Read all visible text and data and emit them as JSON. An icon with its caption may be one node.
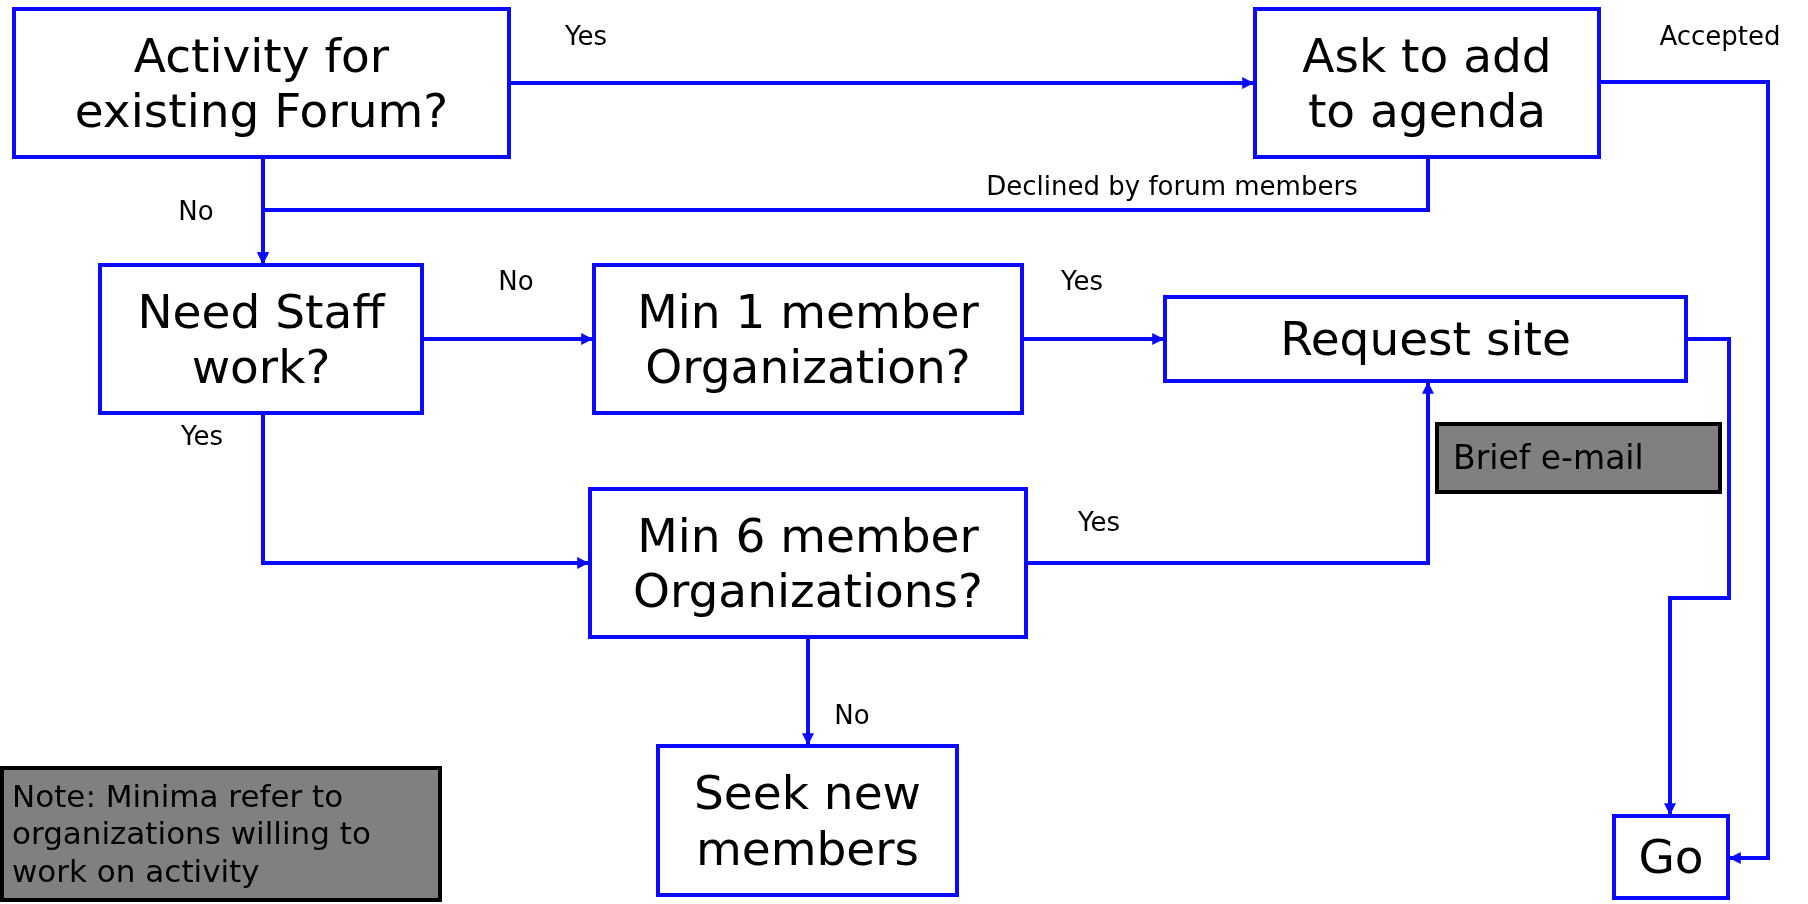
{
  "diagram": {
    "nodes": [
      {
        "text": [
          "Activity for existing Forum?"
        ]
      },
      {
        "text": [
          "Ask to add to agenda"
        ]
      },
      {
        "text": [
          "Need Staff work?"
        ]
      },
      {
        "text": [
          "Min 1 member Organization?"
        ]
      },
      {
        "text": [
          "Request site"
        ]
      },
      {
        "text": [
          "Brief e-mail"
        ]
      },
      {
        "text": [
          "Min 6 member Organizations?"
        ]
      },
      {
        "text": [
          "Seek new members"
        ]
      },
      {
        "text": [
          "Go"
        ]
      },
      {
        "text": [
          "Note: Minima refer to organizations willing to work on activity"
        ]
      }
    ],
    "edges": [
      {
        "from": 0,
        "to": 1,
        "arrow": "to",
        "label": "Yes"
      },
      {
        "from": 1,
        "to": 8,
        "arrow": "to",
        "label": "Accepted"
      },
      {
        "from": 1,
        "to": 2,
        "arrow": "to",
        "label": "Declined by forum members"
      },
      {
        "from": 0,
        "to": 2,
        "arrow": "to",
        "label": "No"
      },
      {
        "from": 2,
        "to": 3,
        "arrow": "to",
        "label": "No"
      },
      {
        "from": 2,
        "to": 6,
        "arrow": "to",
        "label": "Yes"
      },
      {
        "from": 3,
        "to": 4,
        "arrow": "to",
        "label": "Yes"
      },
      {
        "from": 6,
        "to": 4,
        "arrow": "to",
        "label": "Yes"
      },
      {
        "from": 6,
        "to": 7,
        "arrow": "to",
        "label": "No"
      },
      {
        "from": 4,
        "to": 8,
        "arrow": "to"
      }
    ]
  }
}
